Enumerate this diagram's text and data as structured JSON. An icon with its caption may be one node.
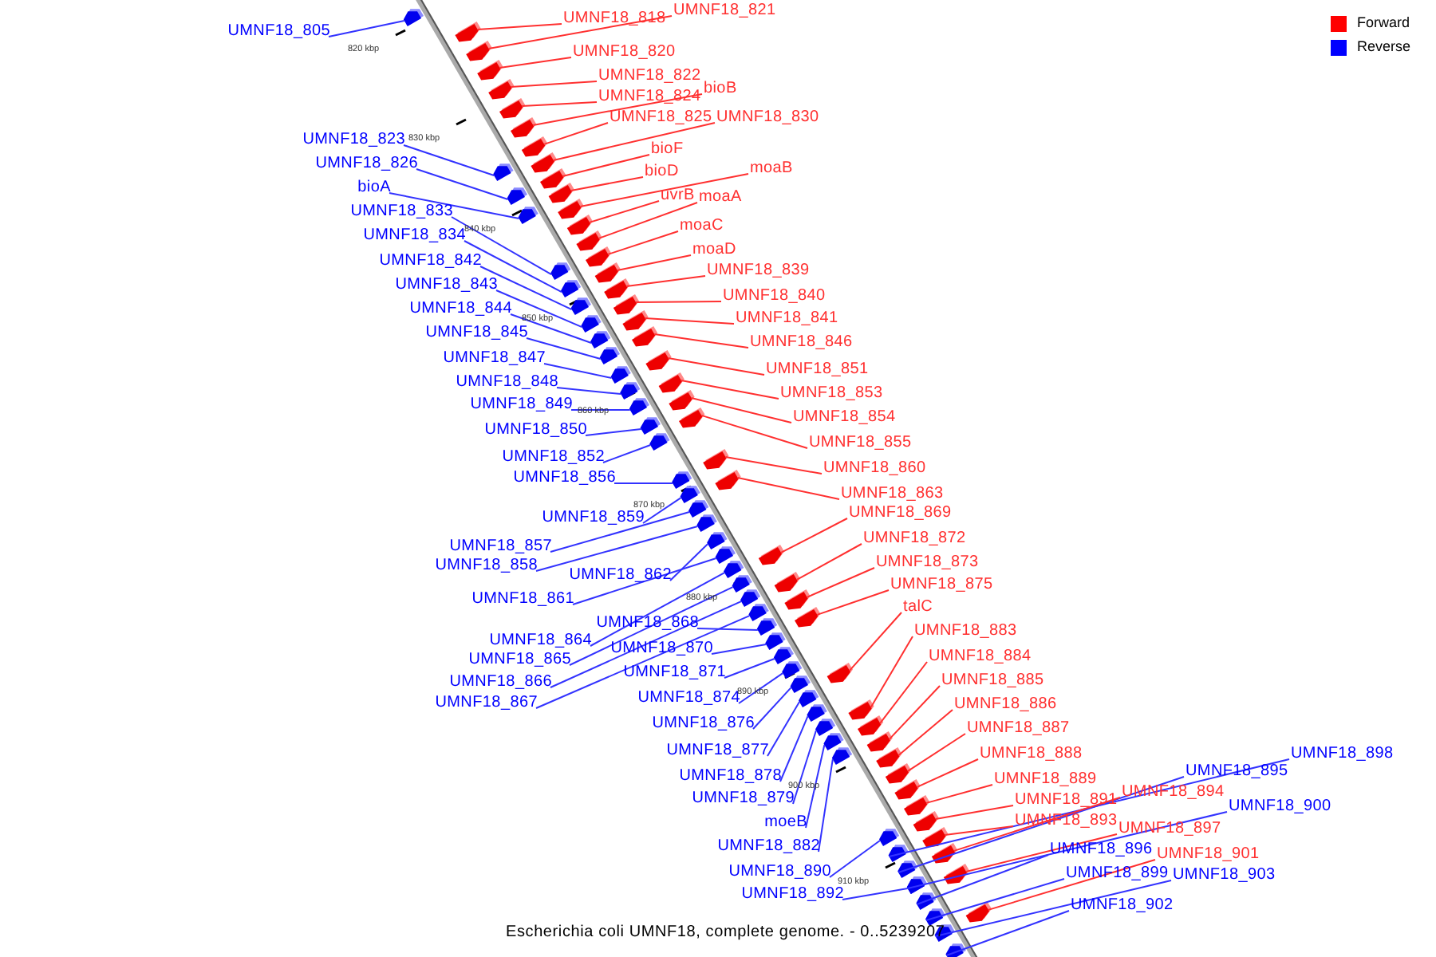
{
  "diagram": {
    "caption": "Escherichia coli UMNF18, complete genome. - 0..5239207",
    "nodes": [
      {
        "text": [
          "UMNF18_821"
        ]
      },
      {
        "text": [
          "UMNF18_818"
        ]
      },
      {
        "text": [
          "UMNF18_805"
        ]
      },
      {
        "text": [
          "UMNF18_820"
        ]
      },
      {
        "text": [
          "UMNF18_822"
        ]
      },
      {
        "text": [
          "bioB"
        ]
      },
      {
        "text": [
          "UMNF18_824"
        ]
      },
      {
        "text": [
          "UMNF18_825"
        ]
      },
      {
        "text": [
          "UMNF18_830"
        ]
      },
      {
        "text": [
          "UMNF18_823"
        ]
      },
      {
        "text": [
          "bioF"
        ]
      },
      {
        "text": [
          "UMNF18_826"
        ]
      },
      {
        "text": [
          "bioD"
        ]
      },
      {
        "text": [
          "moaB"
        ]
      },
      {
        "text": [
          "bioA"
        ]
      },
      {
        "text": [
          "uvrB"
        ]
      },
      {
        "text": [
          "moaA"
        ]
      },
      {
        "text": [
          "UMNF18_833"
        ]
      },
      {
        "text": [
          "moaC"
        ]
      },
      {
        "text": [
          "UMNF18_834"
        ]
      },
      {
        "text": [
          "moaD"
        ]
      },
      {
        "text": [
          "UMNF18_842"
        ]
      },
      {
        "text": [
          "UMNF18_839"
        ]
      },
      {
        "text": [
          "UMNF18_843"
        ]
      },
      {
        "text": [
          "UMNF18_840"
        ]
      },
      {
        "text": [
          "UMNF18_844"
        ]
      },
      {
        "text": [
          "UMNF18_841"
        ]
      },
      {
        "text": [
          "UMNF18_845"
        ]
      },
      {
        "text": [
          "UMNF18_846"
        ]
      },
      {
        "text": [
          "UMNF18_847"
        ]
      },
      {
        "text": [
          "UMNF18_851"
        ]
      },
      {
        "text": [
          "UMNF18_848"
        ]
      },
      {
        "text": [
          "UMNF18_853"
        ]
      },
      {
        "text": [
          "UMNF18_849"
        ]
      },
      {
        "text": [
          "UMNF18_854"
        ]
      },
      {
        "text": [
          "UMNF18_850"
        ]
      },
      {
        "text": [
          "UMNF18_855"
        ]
      },
      {
        "text": [
          "UMNF18_852"
        ]
      },
      {
        "text": [
          "UMNF18_860"
        ]
      },
      {
        "text": [
          "UMNF18_856"
        ]
      },
      {
        "text": [
          "UMNF18_863"
        ]
      },
      {
        "text": [
          "UMNF18_869"
        ]
      },
      {
        "text": [
          "UMNF18_859"
        ]
      },
      {
        "text": [
          "UMNF18_872"
        ]
      },
      {
        "text": [
          "UMNF18_857"
        ]
      },
      {
        "text": [
          "UMNF18_873"
        ]
      },
      {
        "text": [
          "UMNF18_858"
        ]
      },
      {
        "text": [
          "UMNF18_862"
        ]
      },
      {
        "text": [
          "UMNF18_875"
        ]
      },
      {
        "text": [
          "UMNF18_861"
        ]
      },
      {
        "text": [
          "talC"
        ]
      },
      {
        "text": [
          "UMNF18_868"
        ]
      },
      {
        "text": [
          "UMNF18_883"
        ]
      },
      {
        "text": [
          "UMNF18_864"
        ]
      },
      {
        "text": [
          "UMNF18_870"
        ]
      },
      {
        "text": [
          "UMNF18_884"
        ]
      },
      {
        "text": [
          "UMNF18_865"
        ]
      },
      {
        "text": [
          "UMNF18_871"
        ]
      },
      {
        "text": [
          "UMNF18_885"
        ]
      },
      {
        "text": [
          "UMNF18_866"
        ]
      },
      {
        "text": [
          "UMNF18_874"
        ]
      },
      {
        "text": [
          "UMNF18_867"
        ]
      },
      {
        "text": [
          "UMNF18_886"
        ]
      },
      {
        "text": [
          "UMNF18_876"
        ]
      },
      {
        "text": [
          "UMNF18_887"
        ]
      },
      {
        "text": [
          "UMNF18_877"
        ]
      },
      {
        "text": [
          "UMNF18_898"
        ]
      },
      {
        "text": [
          "UMNF18_888"
        ]
      },
      {
        "text": [
          "UMNF18_895"
        ]
      },
      {
        "text": [
          "UMNF18_878"
        ]
      },
      {
        "text": [
          "UMNF18_889"
        ]
      },
      {
        "text": [
          "UMNF18_894"
        ]
      },
      {
        "text": [
          "UMNF18_879"
        ]
      },
      {
        "text": [
          "UMNF18_891"
        ]
      },
      {
        "text": [
          "UMNF18_900"
        ]
      },
      {
        "text": [
          "UMNF18_893"
        ]
      },
      {
        "text": [
          "moeB"
        ]
      },
      {
        "text": [
          "UMNF18_897"
        ]
      },
      {
        "text": [
          "UMNF18_882"
        ]
      },
      {
        "text": [
          "UMNF18_896"
        ]
      },
      {
        "text": [
          "UMNF18_901"
        ]
      },
      {
        "text": [
          "UMNF18_890"
        ]
      },
      {
        "text": [
          "UMNF18_899"
        ]
      },
      {
        "text": [
          "UMNF18_903"
        ]
      },
      {
        "text": [
          "UMNF18_892"
        ]
      },
      {
        "text": [
          "UMNF18_902"
        ]
      },
      {
        "text": [],
        "shape": "arrow"
      },
      {
        "text": [],
        "shape": "arrow"
      },
      {
        "text": [],
        "shape": "arrow"
      },
      {
        "text": [],
        "shape": "arrow"
      },
      {
        "text": [],
        "shape": "arrow"
      },
      {
        "text": [],
        "shape": "arrow"
      },
      {
        "text": [],
        "shape": "arrow"
      },
      {
        "text": [],
        "shape": "arrow"
      },
      {
        "text": [],
        "shape": "arrow"
      },
      {
        "text": [],
        "shape": "arrow"
      },
      {
        "text": [],
        "shape": "arrow"
      },
      {
        "text": [],
        "shape": "arrow"
      },
      {
        "text": [],
        "shape": "arrow"
      },
      {
        "text": [],
        "shape": "arrow"
      },
      {
        "text": [],
        "shape": "arrow"
      },
      {
        "text": [],
        "shape": "arrow"
      },
      {
        "text": [],
        "shape": "arrow"
      },
      {
        "text": [],
        "shape": "arrow"
      },
      {
        "text": [],
        "shape": "arrow"
      },
      {
        "text": [],
        "shape": "arrow"
      },
      {
        "text": [],
        "shape": "arrow"
      },
      {
        "text": [],
        "shape": "arrow"
      },
      {
        "text": [],
        "shape": "arrow"
      },
      {
        "text": [],
        "shape": "arrow"
      },
      {
        "text": [],
        "shape": "arrow"
      },
      {
        "text": [],
        "shape": "arrow"
      },
      {
        "text": [],
        "shape": "arrow"
      },
      {
        "text": [],
        "shape": "arrow"
      },
      {
        "text": [],
        "shape": "arrow"
      },
      {
        "text": [],
        "shape": "arrow"
      },
      {
        "text": [],
        "shape": "arrow"
      },
      {
        "text": [],
        "shape": "arrow"
      },
      {
        "text": [],
        "shape": "arrow"
      },
      {
        "text": [],
        "shape": "arrow"
      },
      {
        "text": [],
        "shape": "arrow"
      },
      {
        "text": [],
        "shape": "arrow"
      },
      {
        "text": [],
        "shape": "arrow"
      },
      {
        "text": [],
        "shape": "arrow"
      },
      {
        "text": [],
        "shape": "arrow"
      },
      {
        "text": [],
        "shape": "arrow"
      },
      {
        "text": [],
        "shape": "arrow"
      },
      {
        "text": [],
        "shape": "arrow"
      },
      {
        "text": [],
        "shape": "arrow"
      },
      {
        "text": [],
        "shape": "arrow"
      },
      {
        "text": [],
        "shape": "arrow"
      },
      {
        "text": [],
        "shape": "arrow"
      },
      {
        "text": [],
        "shape": "arrow"
      },
      {
        "text": [],
        "shape": "arrow"
      },
      {
        "text": [],
        "shape": "arrow"
      },
      {
        "text": [],
        "shape": "arrow"
      },
      {
        "text": [],
        "shape": "arrow"
      },
      {
        "text": [],
        "shape": "arrow"
      },
      {
        "text": [],
        "shape": "arrow"
      },
      {
        "text": [],
        "shape": "arrow"
      },
      {
        "text": [],
        "shape": "arrow"
      },
      {
        "text": [],
        "shape": "arrow"
      },
      {
        "text": [],
        "shape": "arrow"
      },
      {
        "text": [],
        "shape": "arrow"
      },
      {
        "text": [],
        "shape": "arrow"
      },
      {
        "text": [],
        "shape": "arrow"
      },
      {
        "text": [],
        "shape": "arrow"
      },
      {
        "text": [],
        "shape": "arrow"
      },
      {
        "text": [],
        "shape": "arrow"
      },
      {
        "text": [],
        "shape": "arrow"
      },
      {
        "text": [],
        "shape": "arrow"
      },
      {
        "text": [],
        "shape": "arrow"
      },
      {
        "text": [],
        "shape": "arrow"
      },
      {
        "text": [],
        "shape": "arrow"
      },
      {
        "text": [],
        "shape": "arrow"
      },
      {
        "text": [],
        "shape": "arrow"
      },
      {
        "text": [],
        "shape": "arrow"
      },
      {
        "text": [],
        "shape": "arrow"
      },
      {
        "text": [],
        "shape": "arrow"
      },
      {
        "text": [],
        "shape": "arrow"
      },
      {
        "text": [],
        "shape": "arrow"
      },
      {
        "text": [],
        "shape": "arrow"
      },
      {
        "text": [],
        "shape": "arrow"
      },
      {
        "text": [],
        "shape": "arrow"
      },
      {
        "text": [],
        "shape": "arrow"
      },
      {
        "text": [],
        "shape": "arrow"
      },
      {
        "text": [],
        "shape": "arrow"
      },
      {
        "text": [],
        "shape": "arrow"
      },
      {
        "text": [],
        "shape": "arrow"
      },
      {
        "text": [],
        "shape": "arrow"
      },
      {
        "text": [],
        "shape": "arrow"
      },
      {
        "text": [],
        "shape": "arrow"
      }
    ],
    "edges": [
      {
        "from": 0,
        "to": 86,
        "arrow": "none",
        "color": "#ff3030"
      },
      {
        "from": 1,
        "to": 87,
        "arrow": "none",
        "color": "#ff3030"
      },
      {
        "from": 2,
        "to": 88,
        "arrow": "none"
      },
      {
        "from": 3,
        "to": 89,
        "arrow": "none",
        "color": "#ff3030"
      },
      {
        "from": 4,
        "to": 90,
        "arrow": "none",
        "color": "#ff3030"
      },
      {
        "from": 5,
        "to": 91,
        "arrow": "none",
        "color": "#ff3030"
      },
      {
        "from": 6,
        "to": 92,
        "arrow": "none",
        "color": "#ff3030"
      },
      {
        "from": 7,
        "to": 93,
        "arrow": "none",
        "color": "#ff3030"
      },
      {
        "from": 8,
        "to": 94,
        "arrow": "none",
        "color": "#ff3030"
      },
      {
        "from": 9,
        "to": 95,
        "arrow": "none"
      },
      {
        "from": 10,
        "to": 96,
        "arrow": "none",
        "color": "#ff3030"
      },
      {
        "from": 11,
        "to": 97,
        "arrow": "none"
      },
      {
        "from": 12,
        "to": 98,
        "arrow": "none",
        "color": "#ff3030"
      },
      {
        "from": 13,
        "to": 99,
        "arrow": "none",
        "color": "#ff3030"
      },
      {
        "from": 14,
        "to": 100,
        "arrow": "none"
      },
      {
        "from": 15,
        "to": 101,
        "arrow": "none",
        "color": "#ff3030"
      },
      {
        "from": 16,
        "to": 102,
        "arrow": "none",
        "color": "#ff3030"
      },
      {
        "from": 17,
        "to": 103,
        "arrow": "none"
      },
      {
        "from": 18,
        "to": 104,
        "arrow": "none",
        "color": "#ff3030"
      },
      {
        "from": 19,
        "to": 105,
        "arrow": "none"
      },
      {
        "from": 20,
        "to": 106,
        "arrow": "none",
        "color": "#ff3030"
      },
      {
        "from": 21,
        "to": 107,
        "arrow": "none"
      },
      {
        "from": 22,
        "to": 108,
        "arrow": "none",
        "color": "#ff3030"
      },
      {
        "from": 23,
        "to": 109,
        "arrow": "none"
      },
      {
        "from": 24,
        "to": 110,
        "arrow": "none",
        "color": "#ff3030"
      },
      {
        "from": 25,
        "to": 111,
        "arrow": "none"
      },
      {
        "from": 26,
        "to": 112,
        "arrow": "none",
        "color": "#ff3030"
      },
      {
        "from": 27,
        "to": 113,
        "arrow": "none"
      },
      {
        "from": 28,
        "to": 114,
        "arrow": "none",
        "color": "#ff3030"
      },
      {
        "from": 29,
        "to": 115,
        "arrow": "none"
      },
      {
        "from": 30,
        "to": 116,
        "arrow": "none",
        "color": "#ff3030"
      },
      {
        "from": 31,
        "to": 117,
        "arrow": "none"
      },
      {
        "from": 32,
        "to": 118,
        "arrow": "none",
        "color": "#ff3030"
      },
      {
        "from": 33,
        "to": 119,
        "arrow": "none"
      },
      {
        "from": 34,
        "to": 120,
        "arrow": "none",
        "color": "#ff3030"
      },
      {
        "from": 35,
        "to": 121,
        "arrow": "none"
      },
      {
        "from": 36,
        "to": 122,
        "arrow": "none",
        "color": "#ff3030"
      },
      {
        "from": 37,
        "to": 123,
        "arrow": "none"
      },
      {
        "from": 38,
        "to": 124,
        "arrow": "none",
        "color": "#ff3030"
      },
      {
        "from": 39,
        "to": 125,
        "arrow": "none"
      },
      {
        "from": 40,
        "to": 126,
        "arrow": "none",
        "color": "#ff3030"
      },
      {
        "from": 41,
        "to": 127,
        "arrow": "none",
        "color": "#ff3030"
      },
      {
        "from": 42,
        "to": 128,
        "arrow": "none"
      },
      {
        "from": 43,
        "to": 129,
        "arrow": "none",
        "color": "#ff3030"
      },
      {
        "from": 44,
        "to": 130,
        "arrow": "none"
      },
      {
        "from": 45,
        "to": 131,
        "arrow": "none",
        "color": "#ff3030"
      },
      {
        "from": 46,
        "to": 132,
        "arrow": "none"
      },
      {
        "from": 47,
        "to": 133,
        "arrow": "none"
      },
      {
        "from": 48,
        "to": 134,
        "arrow": "none",
        "color": "#ff3030"
      },
      {
        "from": 49,
        "to": 135,
        "arrow": "none"
      },
      {
        "from": 50,
        "to": 136,
        "arrow": "none",
        "color": "#ff3030"
      },
      {
        "from": 51,
        "to": 137,
        "arrow": "none"
      },
      {
        "from": 52,
        "to": 138,
        "arrow": "none",
        "color": "#ff3030"
      },
      {
        "from": 53,
        "to": 139,
        "arrow": "none"
      },
      {
        "from": 54,
        "to": 140,
        "arrow": "none"
      },
      {
        "from": 55,
        "to": 141,
        "arrow": "none",
        "color": "#ff3030"
      },
      {
        "from": 56,
        "to": 142,
        "arrow": "none"
      },
      {
        "from": 57,
        "to": 143,
        "arrow": "none"
      },
      {
        "from": 58,
        "to": 144,
        "arrow": "none",
        "color": "#ff3030"
      },
      {
        "from": 59,
        "to": 145,
        "arrow": "none"
      },
      {
        "from": 60,
        "to": 146,
        "arrow": "none"
      },
      {
        "from": 61,
        "to": 147,
        "arrow": "none"
      },
      {
        "from": 62,
        "to": 148,
        "arrow": "none",
        "color": "#ff3030"
      },
      {
        "from": 63,
        "to": 149,
        "arrow": "none"
      },
      {
        "from": 64,
        "to": 150,
        "arrow": "none",
        "color": "#ff3030"
      },
      {
        "from": 65,
        "to": 151,
        "arrow": "none"
      },
      {
        "from": 66,
        "to": 152,
        "arrow": "none"
      },
      {
        "from": 67,
        "to": 153,
        "arrow": "none",
        "color": "#ff3030"
      },
      {
        "from": 68,
        "to": 154,
        "arrow": "none"
      },
      {
        "from": 69,
        "to": 155,
        "arrow": "none"
      },
      {
        "from": 70,
        "to": 156,
        "arrow": "none",
        "color": "#ff3030"
      },
      {
        "from": 71,
        "to": 157,
        "arrow": "none",
        "color": "#ff3030"
      },
      {
        "from": 72,
        "to": 158,
        "arrow": "none"
      },
      {
        "from": 73,
        "to": 159,
        "arrow": "none",
        "color": "#ff3030"
      },
      {
        "from": 74,
        "to": 160,
        "arrow": "none"
      },
      {
        "from": 75,
        "to": 161,
        "arrow": "none",
        "color": "#ff3030"
      },
      {
        "from": 76,
        "to": 162,
        "arrow": "none"
      },
      {
        "from": 77,
        "to": 163,
        "arrow": "none",
        "color": "#ff3030"
      },
      {
        "from": 78,
        "to": 164,
        "arrow": "none"
      },
      {
        "from": 79,
        "to": 165,
        "arrow": "none"
      },
      {
        "from": 80,
        "to": 166,
        "arrow": "none",
        "color": "#ff3030"
      },
      {
        "from": 81,
        "to": 167,
        "arrow": "none"
      },
      {
        "from": 82,
        "to": 168,
        "arrow": "none"
      },
      {
        "from": 83,
        "to": 169,
        "arrow": "none"
      },
      {
        "from": 84,
        "to": 170,
        "arrow": "none"
      },
      {
        "from": 85,
        "to": 171,
        "arrow": "none"
      }
    ],
    "labels": [
      "820 kbp",
      "830 kbp",
      "840 kbp",
      "850 kbp",
      "860 kbp",
      "870 kbp",
      "880 kbp",
      "890 kbp",
      "900 kbp",
      "910 kbp"
    ],
    "legend": [
      {
        "text": "Forward",
        "color": "#ff0000"
      },
      {
        "text": "Reverse",
        "color": "#0000ff"
      }
    ]
  }
}
